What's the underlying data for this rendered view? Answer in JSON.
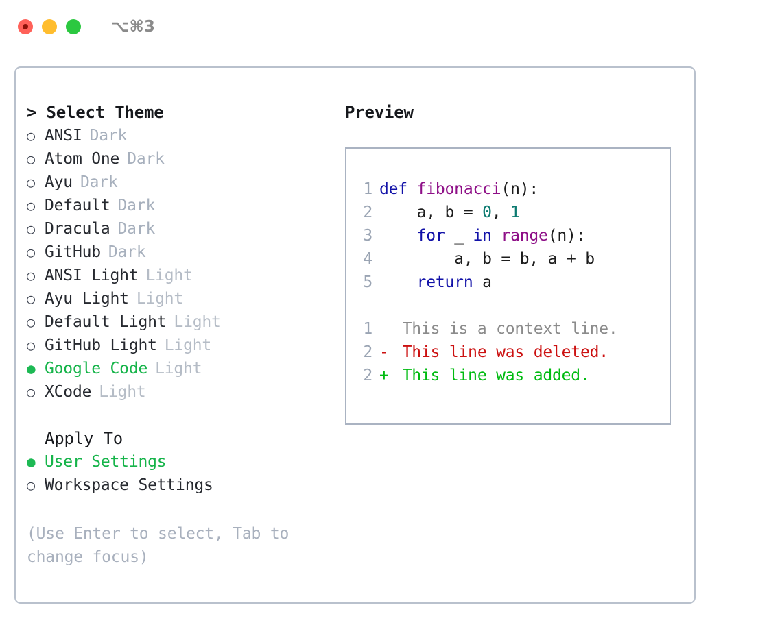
{
  "titlebar": {
    "dots": [
      "close",
      "minimize",
      "maximize"
    ],
    "shortcut": "⌥⌘3"
  },
  "themes": {
    "header": "> Select Theme",
    "items": [
      {
        "marker": "○",
        "name": "ANSI",
        "category": "Dark",
        "selected": false
      },
      {
        "marker": "○",
        "name": "Atom One",
        "category": "Dark",
        "selected": false
      },
      {
        "marker": "○",
        "name": "Ayu",
        "category": "Dark",
        "selected": false
      },
      {
        "marker": "○",
        "name": "Default",
        "category": "Dark",
        "selected": false
      },
      {
        "marker": "○",
        "name": "Dracula",
        "category": "Dark",
        "selected": false
      },
      {
        "marker": "○",
        "name": "GitHub",
        "category": "Dark",
        "selected": false
      },
      {
        "marker": "○",
        "name": "ANSI Light",
        "category": "Light",
        "selected": false
      },
      {
        "marker": "○",
        "name": "Ayu Light",
        "category": "Light",
        "selected": false
      },
      {
        "marker": "○",
        "name": "Default Light",
        "category": "Light",
        "selected": false
      },
      {
        "marker": "○",
        "name": "GitHub Light",
        "category": "Light",
        "selected": false
      },
      {
        "marker": "●",
        "name": "Google Code",
        "category": "Light",
        "selected": true
      },
      {
        "marker": "○",
        "name": "XCode",
        "category": "Light",
        "selected": false
      }
    ]
  },
  "apply_to": {
    "header": "Apply To",
    "items": [
      {
        "marker": "●",
        "name": "User Settings",
        "selected": true
      },
      {
        "marker": "○",
        "name": "Workspace Settings",
        "selected": false
      }
    ]
  },
  "hint": "(Use Enter to select, Tab to change focus)",
  "preview": {
    "title": "Preview",
    "code_lines": [
      {
        "no": "1",
        "tokens": [
          {
            "t": "def ",
            "c": "kw"
          },
          {
            "t": "fibonacci",
            "c": "fn"
          },
          {
            "t": "(n):",
            "c": "pl"
          }
        ]
      },
      {
        "no": "2",
        "tokens": [
          {
            "t": "    a, b = ",
            "c": "pl"
          },
          {
            "t": "0",
            "c": "num"
          },
          {
            "t": ", ",
            "c": "pl"
          },
          {
            "t": "1",
            "c": "num"
          }
        ]
      },
      {
        "no": "3",
        "tokens": [
          {
            "t": "    ",
            "c": "pl"
          },
          {
            "t": "for",
            "c": "kw"
          },
          {
            "t": " _ ",
            "c": "pl"
          },
          {
            "t": "in",
            "c": "kw"
          },
          {
            "t": " ",
            "c": "pl"
          },
          {
            "t": "range",
            "c": "fn"
          },
          {
            "t": "(n):",
            "c": "pl"
          }
        ]
      },
      {
        "no": "4",
        "tokens": [
          {
            "t": "        a, b = b, a + b",
            "c": "pl"
          }
        ]
      },
      {
        "no": "5",
        "tokens": [
          {
            "t": "    ",
            "c": "pl"
          },
          {
            "t": "return",
            "c": "kw"
          },
          {
            "t": " a",
            "c": "pl"
          }
        ]
      }
    ],
    "diff_lines": [
      {
        "no": "1",
        "marker": " ",
        "text": " This is a context line.",
        "kind": "ctx"
      },
      {
        "no": "2",
        "marker": "-",
        "text": " This line was deleted.",
        "kind": "del"
      },
      {
        "no": "2",
        "marker": "+",
        "text": " This line was added.",
        "kind": "add"
      }
    ]
  },
  "colors": {
    "accent_green": "#16b44a",
    "keyword": "#1212a8",
    "function": "#8e0f87",
    "number": "#0b7a70",
    "diff_add": "#00bb11",
    "diff_del": "#cc1111",
    "muted": "#a7b0bd",
    "border": "#b9c1cd"
  }
}
